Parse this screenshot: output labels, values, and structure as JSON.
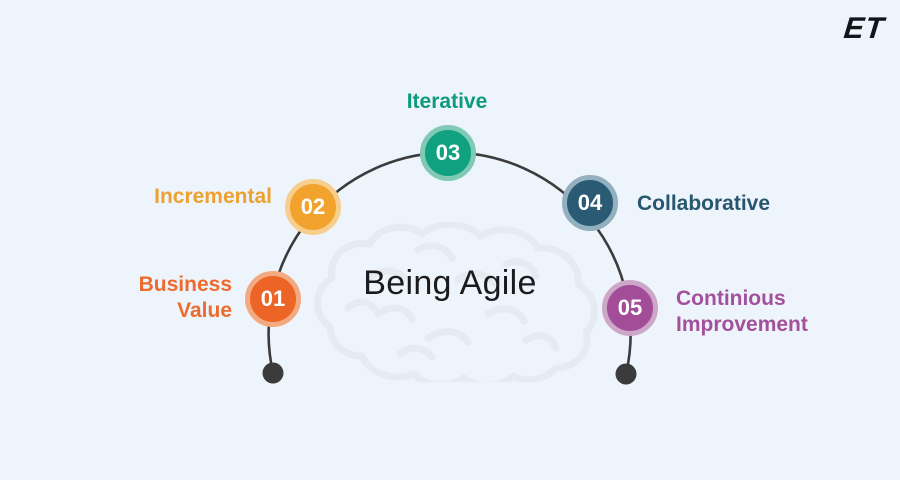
{
  "canvas": {
    "background_color": "#EEF4FB"
  },
  "logo": {
    "text": "ET",
    "color": "#12141A"
  },
  "title": {
    "text": "Being Agile",
    "color": "#1B1B1D"
  },
  "arc": {
    "stroke_color": "#3B3B3B",
    "end_dot_color": "#3B3B3B"
  },
  "watermark": {
    "icon": "brain-outline",
    "color": "#E6EBF1"
  },
  "steps": [
    {
      "number": "01",
      "label": "Business Value",
      "line1": "Business",
      "line2": "Value",
      "color": "#EC6426",
      "ring_color": "#F4AA80",
      "label_color": "#ED6B2F"
    },
    {
      "number": "02",
      "label": "Incremental",
      "line1": "Incremental",
      "line2": "",
      "color": "#F1A32E",
      "ring_color": "#F7CE8B",
      "label_color": "#EDA130"
    },
    {
      "number": "03",
      "label": "Iterative",
      "line1": "Iterative",
      "line2": "",
      "color": "#10A181",
      "ring_color": "#7FC9B5",
      "label_color": "#0E9B7D"
    },
    {
      "number": "04",
      "label": "Collaborative",
      "line1": "Collaborative",
      "line2": "",
      "color": "#2A5A74",
      "ring_color": "#92B0BE",
      "label_color": "#29566F"
    },
    {
      "number": "05",
      "label": "Continious Improvement",
      "line1": "Continious",
      "line2": "Improvement",
      "color": "#A34D99",
      "ring_color": "#CDA7C8",
      "label_color": "#A3519B"
    }
  ]
}
